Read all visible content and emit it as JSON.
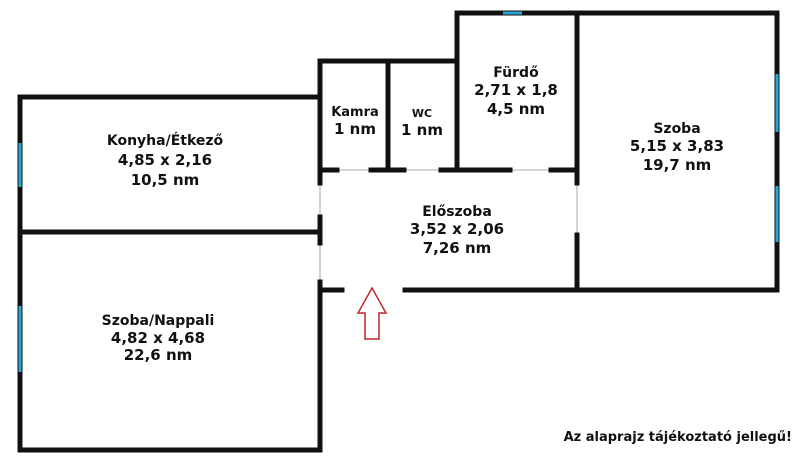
{
  "rooms": {
    "konyha": {
      "name": "Konyha/Étkező",
      "dims": "4,85 x 2,16",
      "area": "10,5 nm"
    },
    "nappali": {
      "name": "Szoba/Nappali",
      "dims": "4,82 x 4,68",
      "area": "22,6 nm"
    },
    "kamra": {
      "name": "Kamra",
      "area": "1 nm"
    },
    "wc": {
      "name": "WC",
      "area": "1 nm"
    },
    "furdo": {
      "name": "Fürdő",
      "dims": "2,71 x 1,8",
      "area": "4,5 nm"
    },
    "szoba": {
      "name": "Szoba",
      "dims": "5,15 x 3,83",
      "area": "19,7 nm"
    },
    "eloszoba": {
      "name": "Előszoba",
      "dims": "3,52 x 2,06",
      "area": "7,26 nm"
    }
  },
  "note": "Az alaprajz tájékoztató jellegű!",
  "colors": {
    "wall": "#111111",
    "window": "#2aa5d8",
    "entrance_arrow": "#c0272d"
  }
}
